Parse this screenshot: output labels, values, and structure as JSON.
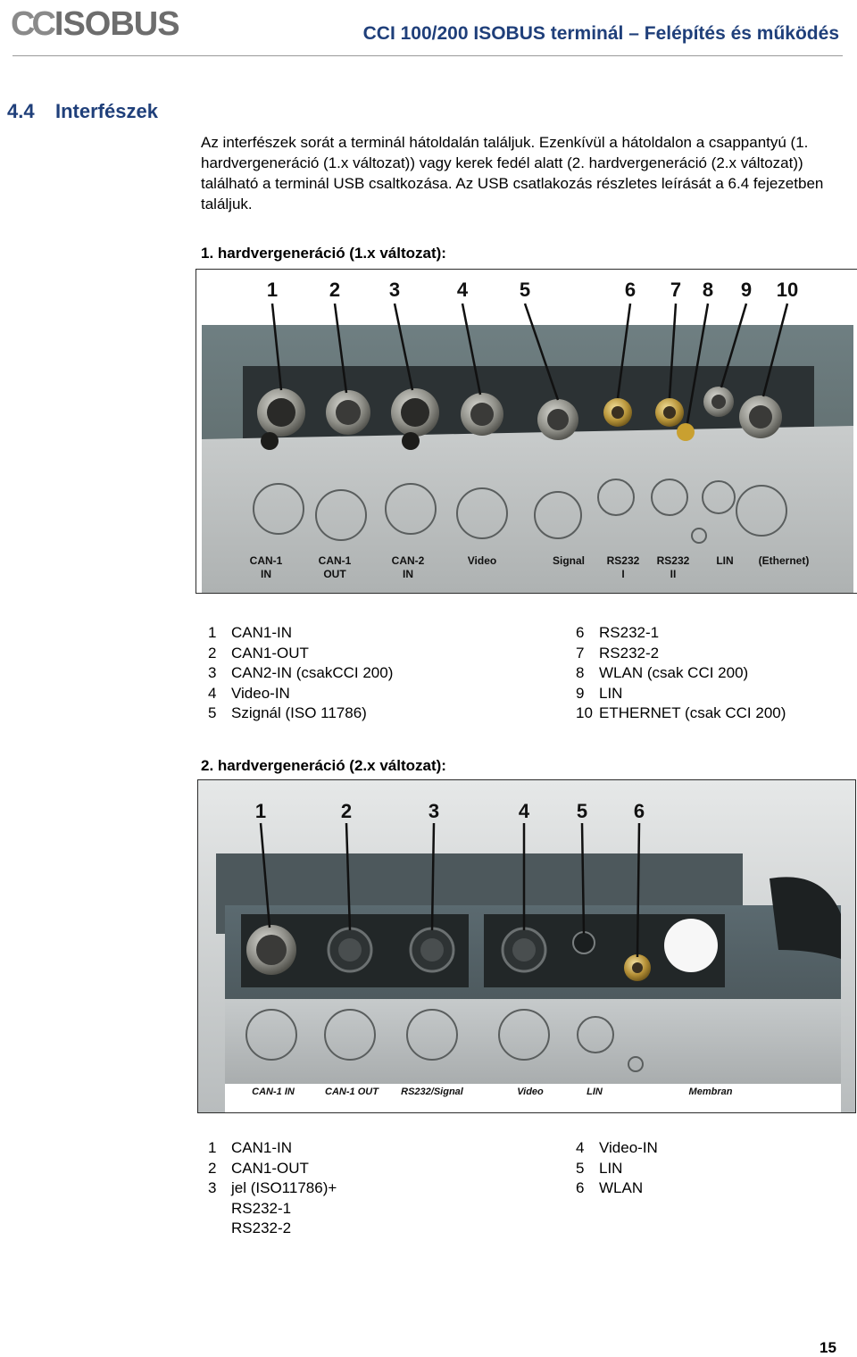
{
  "header": {
    "logo_prefix": "CC",
    "logo_text": "ISOBUS",
    "title": "CCI 100/200 ISOBUS terminál – Felépítés és működés"
  },
  "section": {
    "number": "4.4",
    "title": "Interfészek"
  },
  "intro": "Az interfészek sorát a terminál hátoldalán találjuk. Ezenkívül a hátoldalon a csappantyú (1. hardvergeneráció (1.x változat)) vagy kerek fedél alatt (2. hardvergeneráció (2.x változat)) található a terminál USB csaltkozása. Az USB csatlakozás részletes leírását a 6.4 fejezetben találjuk.",
  "gen1": {
    "heading": "1. hardvergeneráció (1.x változat):",
    "photo_numbers": [
      "1",
      "2",
      "3",
      "4",
      "5",
      "6",
      "7",
      "8",
      "9",
      "10"
    ],
    "photo_labels": [
      {
        "line1": "CAN-1",
        "line2": "IN"
      },
      {
        "line1": "CAN-1",
        "line2": "OUT"
      },
      {
        "line1": "CAN-2",
        "line2": "IN"
      },
      {
        "line1": "Video",
        "line2": ""
      },
      {
        "line1": "Signal",
        "line2": ""
      },
      {
        "line1": "RS232",
        "line2": "I"
      },
      {
        "line1": "RS232",
        "line2": "II"
      },
      {
        "line1": "LIN",
        "line2": ""
      },
      {
        "line1": "(Ethernet)",
        "line2": ""
      }
    ],
    "legend_left": [
      {
        "n": "1",
        "label": "CAN1-IN"
      },
      {
        "n": "2",
        "label": "CAN1-OUT"
      },
      {
        "n": "3",
        "label": "CAN2-IN (csakCCI 200)"
      },
      {
        "n": "4",
        "label": "Video-IN"
      },
      {
        "n": "5",
        "label": "Szignál (ISO 11786)"
      }
    ],
    "legend_right": [
      {
        "n": "6",
        "label": "RS232-1"
      },
      {
        "n": "7",
        "label": "RS232-2"
      },
      {
        "n": "8",
        "label": "WLAN (csak CCI 200)"
      },
      {
        "n": "9",
        "label": "LIN"
      },
      {
        "n": "10",
        "label": "ETHERNET (csak CCI 200)"
      }
    ]
  },
  "gen2": {
    "heading": "2. hardvergeneráció (2.x változat):",
    "photo_numbers": [
      "1",
      "2",
      "3",
      "4",
      "5",
      "6"
    ],
    "photo_labels": [
      "CAN-1 IN",
      "CAN-1 OUT",
      "RS232/Signal",
      "Video",
      "LIN",
      "Membran"
    ],
    "legend_left": [
      {
        "n": "1",
        "label": "CAN1-IN"
      },
      {
        "n": "2",
        "label": "CAN1-OUT"
      },
      {
        "n": "3",
        "label": "jel (ISO11786)+"
      }
    ],
    "legend_left_continuation": [
      "RS232-1",
      "RS232-2"
    ],
    "legend_right": [
      {
        "n": "4",
        "label": "Video-IN"
      },
      {
        "n": "5",
        "label": "LIN"
      },
      {
        "n": "6",
        "label": "WLAN"
      }
    ]
  },
  "page_number": "15"
}
